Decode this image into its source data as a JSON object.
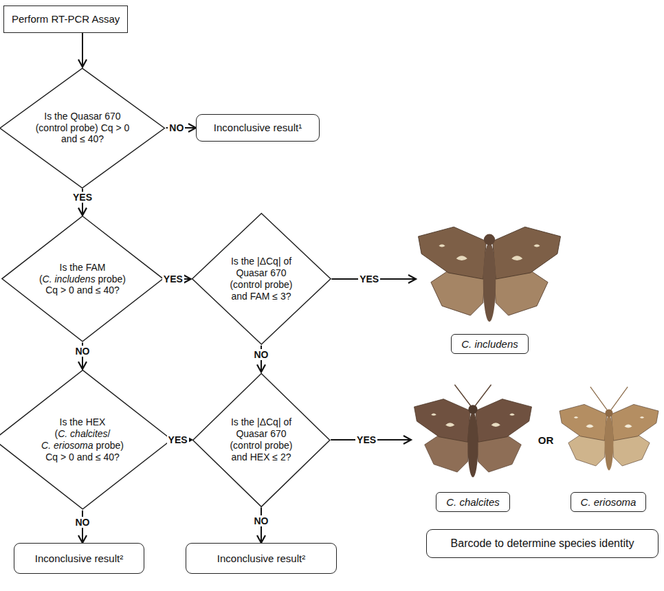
{
  "diagram": {
    "nodes": [
      {
        "text": [
          "Perform RT-PCR Assay"
        ]
      },
      {
        "text": [
          "Is the Quasar 670 (control probe) Cq > 0 and ≤ 40?"
        ]
      },
      {
        "text": [
          "Inconclusive result¹"
        ]
      },
      {
        "text": [
          "Is the FAM (C. includens probe) Cq > 0 and ≤ 40?"
        ]
      },
      {
        "text": [
          "Is the |ΔCq| of Quasar 670 (control probe) and FAM ≤ 3?"
        ]
      },
      {
        "text": [
          "C. includens"
        ]
      },
      {
        "text": [
          "Is the HEX (C. chalcites/ C. eriosoma probe) Cq > 0 and ≤ 40?"
        ]
      },
      {
        "text": [
          "Is the |ΔCq| of Quasar 670 (control probe) and HEX ≤ 2?"
        ]
      },
      {
        "text": [
          "C. chalcites"
        ]
      },
      {
        "text": [
          "C. eriosoma"
        ]
      },
      {
        "text": [
          "Barcode to determine species identity"
        ]
      },
      {
        "text": [
          "Inconclusive result²"
        ]
      },
      {
        "text": [
          "Inconclusive result²"
        ]
      }
    ],
    "edges": [
      {
        "from": 0,
        "to": 1,
        "arrow": "to"
      },
      {
        "from": 1,
        "to": 2,
        "label": "NO",
        "arrow": "to"
      },
      {
        "from": 1,
        "to": 3,
        "label": "YES",
        "arrow": "to"
      },
      {
        "from": 3,
        "to": 4,
        "label": "YES",
        "arrow": "to"
      },
      {
        "from": 4,
        "to": 5,
        "label": "YES",
        "arrow": "to"
      },
      {
        "from": 3,
        "to": 6,
        "label": "NO",
        "arrow": "to"
      },
      {
        "from": 4,
        "to": 7,
        "label": "NO",
        "arrow": "to"
      },
      {
        "from": 6,
        "to": 7,
        "label": "YES",
        "arrow": "to"
      },
      {
        "from": 7,
        "to": 8,
        "label": "YES",
        "arrow": "to"
      },
      {
        "from": 6,
        "to": 11,
        "label": "NO",
        "arrow": "to"
      },
      {
        "from": 7,
        "to": 12,
        "label": "NO",
        "arrow": "to"
      }
    ],
    "labels": [
      "OR"
    ]
  }
}
